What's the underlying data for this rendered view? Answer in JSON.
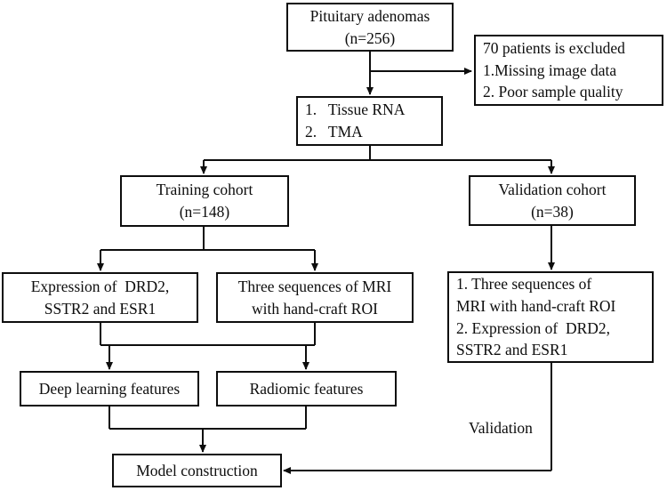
{
  "figure": {
    "background_color": "#ffffff",
    "line_color": "#0d0d0d",
    "type": "flowchart"
  },
  "nodes": {
    "pituitary": {
      "lines": [
        "Pituitary adenomas",
        "(n=256)"
      ]
    },
    "excluded": {
      "lines": [
        "70 patients is excluded",
        "1.Missing image data",
        "2. Poor sample quality"
      ]
    },
    "tissue": {
      "lines": [
        "1.   Tissue RNA",
        "2.   TMA"
      ]
    },
    "training": {
      "lines": [
        "Training cohort",
        "(n=148)"
      ]
    },
    "validation_cohort": {
      "lines": [
        "Validation cohort",
        "(n=38)"
      ]
    },
    "expression": {
      "lines": [
        "Expression of  DRD2,",
        "SSTR2 and ESR1"
      ]
    },
    "mri": {
      "lines": [
        "Three sequences of MRI",
        "with hand-craft ROI"
      ]
    },
    "validation_features": {
      "lines": [
        "1. Three sequences of",
        "MRI with hand-craft ROI",
        "2. Expression of  DRD2,",
        "SSTR2 and ESR1"
      ]
    },
    "deep": {
      "lines": [
        "Deep learning features"
      ]
    },
    "radiomic": {
      "lines": [
        "Radiomic features"
      ]
    },
    "model": {
      "lines": [
        "Model construction"
      ]
    },
    "validation_label": {
      "text": "Validation"
    }
  }
}
